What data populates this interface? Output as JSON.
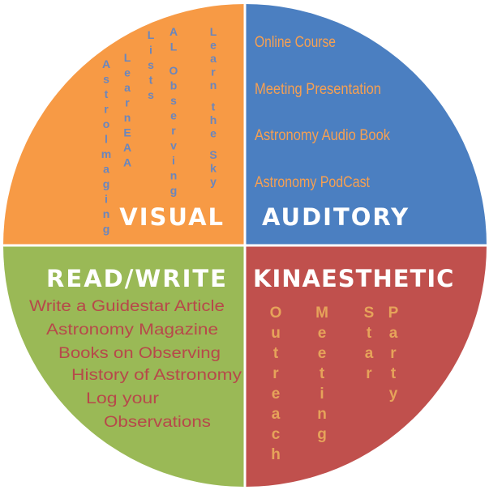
{
  "colors": {
    "visual": "#f79a45",
    "auditory": "#4b7fc1",
    "read_write": "#9ab956",
    "kinaesthetic": "#c0504d",
    "divider": "#ffffff",
    "visual_text": "#6a86bd",
    "auditory_text": "#f6a052",
    "read_write_text": "#b7494a",
    "kinaesthetic_text": "#e6a35a"
  },
  "quadrants": {
    "visual": {
      "title": "VISUAL",
      "items": [
        "Astrolmaging",
        "LearnEAA",
        "Lists",
        "AL Observing",
        "Learn the Sky"
      ]
    },
    "auditory": {
      "title": "AUDITORY",
      "items": [
        "Online Course",
        "Meeting Presentation",
        "Astronomy Audio Book",
        "Astronomy PodCast"
      ]
    },
    "read_write": {
      "title": "READ/WRITE",
      "items": [
        "Write a Guidestar Article",
        "Astronomy Magazine",
        "Books on Observing",
        "History of Astronomy",
        "Log your",
        "Observations"
      ]
    },
    "kinaesthetic": {
      "title": "KINAESTHETIC",
      "items": [
        "Outreach",
        "Meeting",
        "Star",
        "Party"
      ]
    }
  }
}
